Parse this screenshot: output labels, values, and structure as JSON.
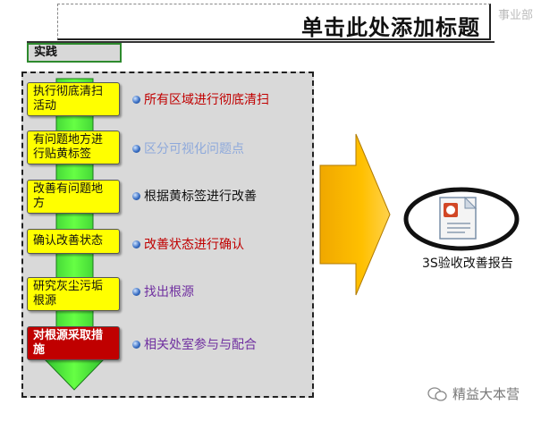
{
  "header": {
    "title": "单击此处添加标题",
    "department": "事业部"
  },
  "section_label": "实践",
  "steps": [
    {
      "label": "执行彻底清扫活动",
      "description": "所有区域进行彻底清扫",
      "desc_color": "#c00000"
    },
    {
      "label": "有问题地方进行贴黄标签",
      "description": "区分可视化问题点",
      "desc_color": "#8ea9db"
    },
    {
      "label": "改善有问题地方",
      "description": "根据黄标签进行改善",
      "desc_color": "#111111"
    },
    {
      "label": "确认改善状态",
      "description": "改善状态进行确认",
      "desc_color": "#c00000"
    },
    {
      "label": "研究灰尘污垢根源",
      "description": "找出根源",
      "desc_color": "#7030a0"
    },
    {
      "label": "对根源采取措施",
      "description": "相关处室参与与配合",
      "desc_color": "#7030a0"
    }
  ],
  "result": {
    "label": "3S验收改善报告"
  },
  "watermark": "精益大本营",
  "colors": {
    "step_fill": "#ffff00",
    "final_step_fill": "#c00000",
    "down_arrow": "#33cc33",
    "big_arrow": "#ffc000"
  }
}
